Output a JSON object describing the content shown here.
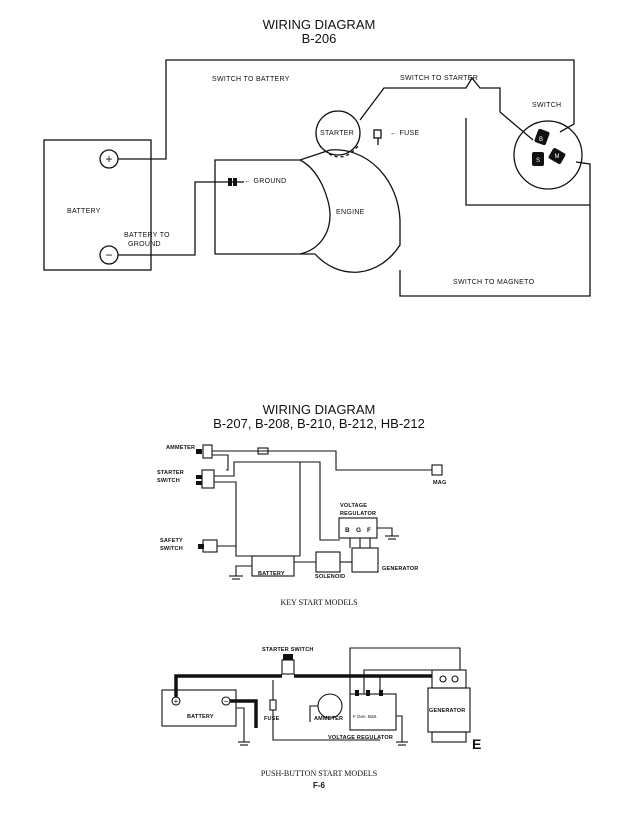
{
  "diagram1": {
    "title": "WIRING DIAGRAM",
    "subtitle": "B-206",
    "labels": {
      "switch_to_battery": "SWITCH TO BATTERY",
      "switch_to_starter": "SWITCH TO STARTER",
      "switch": "SWITCH",
      "starter": "STARTER",
      "fuse": "FUSE",
      "ground": "GROUND",
      "battery": "BATTERY",
      "engine": "ENGINE",
      "battery_to_ground_1": "BATTERY TO",
      "battery_to_ground_2": "GROUND",
      "switch_to_magneto": "SWITCH TO MAGNETO",
      "plus": "+",
      "minus": "−",
      "switch_b": "B",
      "switch_s": "S",
      "switch_m": "M"
    }
  },
  "diagram2": {
    "title": "WIRING DIAGRAM",
    "subtitle": "B-207, B-208, B-210, B-212, HB-212",
    "labels": {
      "ammeter": "AMMETER",
      "starter_switch_1": "STARTER",
      "starter_switch_2": "SWITCH",
      "mag": "MAG",
      "voltage_regulator_1": "VOLTAGE",
      "voltage_regulator_2": "REGULATOR",
      "reg_b": "B",
      "reg_g": "G",
      "reg_f": "F",
      "safety_switch_1": "SAFETY",
      "safety_switch_2": "SWITCH",
      "battery": "BATTERY",
      "solenoid": "SOLENOID",
      "generator": "GENERATOR"
    },
    "caption": "KEY START MODELS"
  },
  "diagram3": {
    "labels": {
      "starter_switch": "STARTER SWITCH",
      "battery": "BATTERY",
      "fuse": "FUSE",
      "ammeter": "AMMETER",
      "voltage_regulator": "VOLTAGE REGULATOR",
      "reg_terms": "F  Gen. Batt.",
      "generator": "GENERATOR",
      "corner_letter": "E",
      "plus": "+",
      "minus": "−"
    },
    "caption": "PUSH-BUTTON START MODELS",
    "page_number": "F-6"
  }
}
